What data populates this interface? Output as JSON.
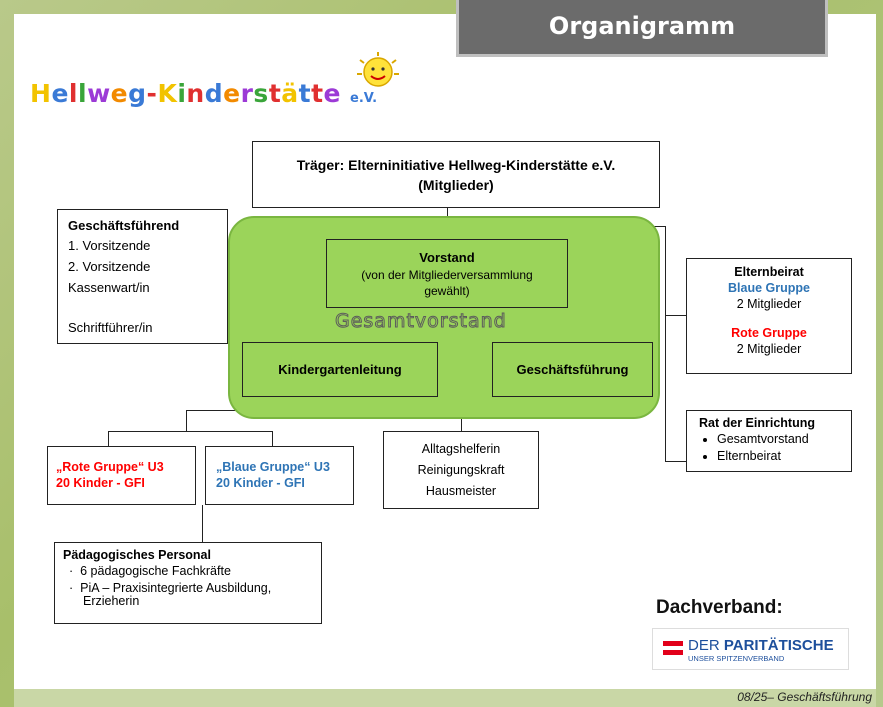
{
  "title": "Organigramm",
  "logo": {
    "text": "Hellweg-Kinderstätte",
    "suffix": "e.V."
  },
  "traeger": {
    "line1": "Träger: Elterninitiative Hellweg-Kinderstätte e.V.",
    "line2": "(Mitglieder)"
  },
  "geschaeftsfuehrend": {
    "heading": "Geschäftsführend",
    "items": [
      "1. Vorsitzende",
      "2. Vorsitzende",
      "Kassenwart/in",
      "Schriftführer/in"
    ]
  },
  "vorstand": {
    "heading": "Vorstand",
    "subtitle": "(von der Mitgliederversammlung gewählt)"
  },
  "gesamtvorstand_label": "Gesamtvorstand",
  "kindergartenleitung": "Kindergartenleitung",
  "geschaeftsfuehrung": "Geschäftsführung",
  "elternbeirat": {
    "heading": "Elternbeirat",
    "blue_label": "Blaue Gruppe",
    "blue_count": "2 Mitglieder",
    "red_label": "Rote Gruppe",
    "red_count": "2 Mitglieder"
  },
  "rat": {
    "heading": "Rat der Einrichtung",
    "items": [
      "Gesamtvorstand",
      "Elternbeirat"
    ]
  },
  "rote_gruppe": {
    "line1": "„Rote Gruppe“ U3",
    "line2": "20 Kinder - GFI"
  },
  "blaue_gruppe": {
    "line1": "„Blaue Gruppe“ U3",
    "line2": "20 Kinder - GFI"
  },
  "weitere": [
    "Alltagshelferin",
    "Reinigungskraft",
    "Hausmeister"
  ],
  "personal": {
    "heading": "Pädagogisches Personal",
    "items": [
      "6 pädagogische Fachkräfte",
      "PiA – Praxisintegrierte Ausbildung, Erzieherin"
    ]
  },
  "dachverband": "Dachverband:",
  "paritaet": {
    "name_a": "DER ",
    "name_b": "PARITÄTISCHE",
    "sub": "UNSER SPITZENVERBAND"
  },
  "footer": "08/25– Geschäftsführung",
  "colors": {
    "green": "#9bd45a",
    "red": "#ff0000",
    "blue": "#2e74b5",
    "title_bg": "#6b6b6b"
  }
}
